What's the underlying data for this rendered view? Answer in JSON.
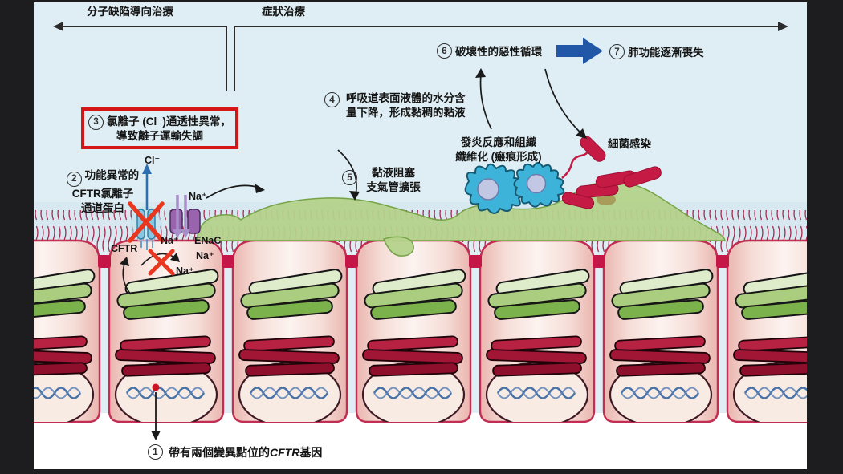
{
  "top_axis": {
    "left_label": "分子缺陷導向治療",
    "right_label": "症狀治療"
  },
  "steps": {
    "s1": {
      "num": "1",
      "pre": "帶有兩個變異點位的",
      "gene": "CFTR",
      "post": "基因"
    },
    "s2": {
      "num": "2",
      "line1": "功能異常的",
      "line2": "CFTR氯離子",
      "line3": "通道蛋白"
    },
    "s3": {
      "num": "3",
      "line1": "氯離子 (Cl⁻)通透性異常，",
      "line2": "導致離子運輸失調"
    },
    "s4": {
      "num": "4",
      "line1": "呼吸道表面液體的水分含",
      "line2": "量下降，形成黏稠的黏液"
    },
    "s5": {
      "num": "5",
      "line1": "黏液阻塞",
      "line2": "支氣管擴張"
    },
    "s6": {
      "num": "6",
      "label": "破壞性的惡性循環"
    },
    "s7": {
      "num": "7",
      "label": "肺功能逐漸喪失"
    }
  },
  "labels": {
    "inflammation_line1": "發炎反應和組織",
    "inflammation_line2": "纖維化 (瘢痕形成)",
    "bacteria": "細菌感染",
    "cl": "Cl⁻",
    "cftr": "CFTR",
    "enac": "ENaC",
    "na_top": "Na⁺",
    "na_mid": "Na⁺",
    "na_below_enac": "Na⁺",
    "na_bottom": "Na⁺"
  },
  "colors": {
    "frame_bar": "#1d1d1f",
    "sky_background": "#dfeef4",
    "airway_liquid_band": "#cfe4ee",
    "submucosa_white": "#ffffff",
    "cell_border": "#c22d52",
    "cell_fill_edge": "#eab5af",
    "tight_junction": "#c41747",
    "cilia": "#a62c4e",
    "mucus_fill": "#b5d28b",
    "mucus_stroke": "#76a348",
    "golgi_green": "#7cb24c",
    "mitochondria_red": "#9c132f",
    "nucleus_fill": "#f8ebe4",
    "dna_blue": "#35659f",
    "immune_cell": "#3eb3da",
    "immune_nucleus": "#c2c7e3",
    "bacteria_red": "#c41a44",
    "block_arrow_blue": "#2257a8",
    "highlight_box_red": "#d31616",
    "blocked_x_red": "#e8361f",
    "enac_purple": "#9a63ae",
    "sodium_arrow_purple": "#a88fc9",
    "chloride_arrow_blue": "#2d6fae"
  }
}
